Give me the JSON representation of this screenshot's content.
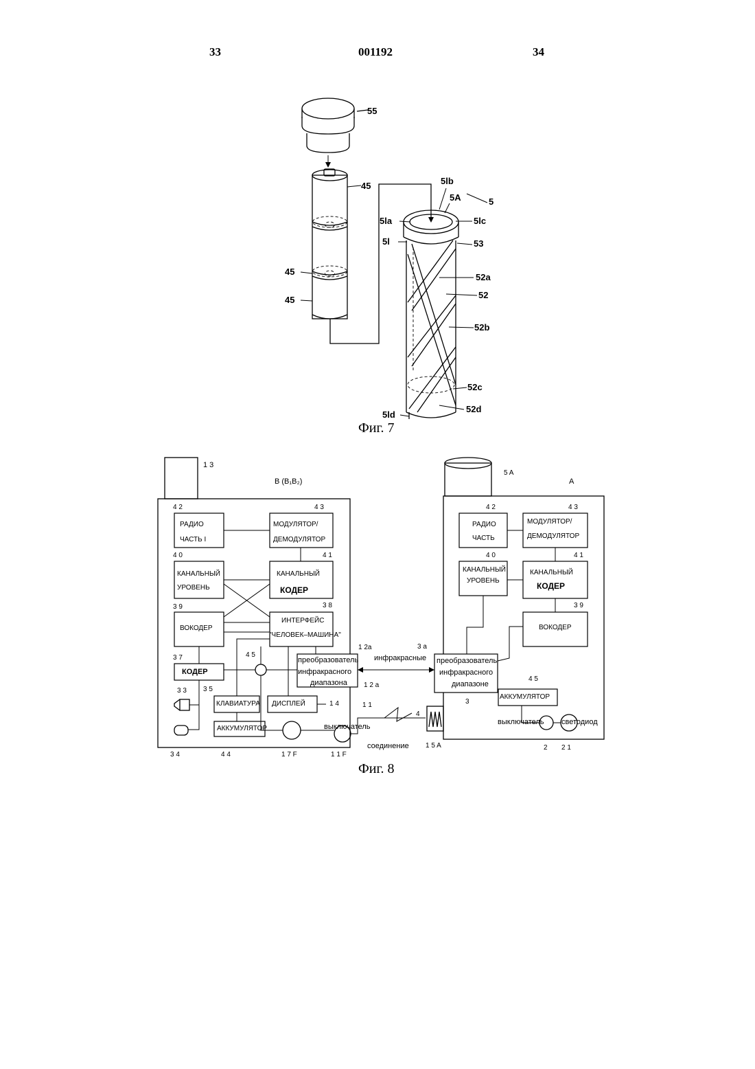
{
  "header": {
    "page_left": "33",
    "doc_number": "001192",
    "page_right": "34"
  },
  "fig7": {
    "caption": "Фиг. 7",
    "refs": {
      "cap": "55",
      "cell_top": "45",
      "cell_mid": "45",
      "cell_bot": "45",
      "r51b": "5lb",
      "r5A": "5A",
      "r5": "5",
      "r51a": "5la",
      "r51c": "5lc",
      "r51": "5l",
      "r53": "53",
      "r52a": "52a",
      "r52": "52",
      "r52b": "52b",
      "r52c": "52c",
      "r52d": "52d",
      "r51d": "5ld"
    }
  },
  "fig8": {
    "caption": "Фиг. 8",
    "left": {
      "device_label": "B (B₁B₂)",
      "antenna_ref": "1 3",
      "radio_ref": "4 2",
      "radio_l1": "РАДИО",
      "radio_l2": "ЧАСТЬ I",
      "modem_ref": "4 3",
      "modem_l1": "МОДУЛЯТОР/",
      "modem_l2": "ДЕМОДУЛЯТОР",
      "chlevel_ref": "4 0",
      "chlevel_l1": "КАНАЛЬНЫЙ",
      "chlevel_l2": "УРОВЕНЬ",
      "chcoder_ref": "4 1",
      "chcoder_l1": "КАНАЛЬНЫЙ",
      "chcoder_l2": "КОДЕР",
      "vocoder_ref": "3 9",
      "vocoder": "ВОКОДЕР",
      "hmi_ref": "3 8",
      "hmi_l1": "ИНТЕРФЕЙС",
      "hmi_l2": "\"ЧЕЛОВЕК–МАШИНА\"",
      "coder_ref": "3 7",
      "coder": "КОДЕР",
      "node_ref": "4 5",
      "ir_ref_top": "1 2a",
      "ir_ref_bot": "1 2 a",
      "ir_l1": "преобразователь",
      "ir_l2": "инфракрасного",
      "ir_l3": "диапазона",
      "keyboard_ref": "3 5",
      "keyboard": "КЛАВИАТУРА",
      "display": "ДИСПЛЕЙ",
      "display_ref": "1 4",
      "battery": "АККУМУЛЯТОР",
      "battery_ref": "4 4",
      "speaker_ref": "3 3",
      "mic_ref": "3 4",
      "switch_label": "выключатель",
      "switch_ref": "1 1",
      "r17F": "1 7 F",
      "r11F": "1 1 F"
    },
    "link": {
      "ir_label": "инфракрасные",
      "connection": "соединение",
      "connector_ref": "4",
      "r15A": "1 5 A"
    },
    "right": {
      "device_label": "A",
      "antenna_ref": "5 A",
      "radio_ref": "4 2",
      "radio_l1": "РАДИО",
      "radio_l2": "ЧАСТЬ",
      "modem_ref": "4 3",
      "modem_l1": "МОДУЛЯТОР/",
      "modem_l2": "ДЕМОДУЛЯТОР",
      "chlevel_ref": "4 0",
      "chlevel_l1": "КАНАЛЬНЫЙ",
      "chlevel_l2": "УРОВЕНЬ",
      "chcoder_ref": "4 1",
      "chcoder_l1": "КАНАЛЬНЫЙ",
      "chcoder_l2": "КОДЕР",
      "vocoder_ref": "3 9",
      "vocoder": "ВОКОДЕР",
      "ir_ref_top": "3 a",
      "ir_ref_bot": "3",
      "ir_l1": "преобразователь",
      "ir_l2": "инфракрасного",
      "ir_l3": "диапазоне",
      "battery_ref": "4 5",
      "battery": "АККУМУЛЯТОР",
      "switch_label": "выключатель",
      "led_label": "светодиод",
      "r2": "2",
      "r21": "2 1"
    }
  }
}
